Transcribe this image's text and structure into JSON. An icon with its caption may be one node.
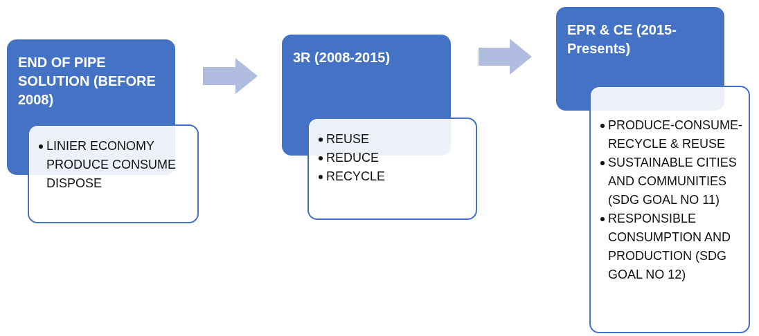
{
  "diagram": {
    "nodes": [
      {
        "text": [
          "END OF PIPE SOLUTION (BEFORE 2008)"
        ]
      },
      {
        "text": [
          "LINIER ECONOMY PRODUCE CONSUME DISPOSE"
        ]
      },
      {
        "text": [
          "3R (2008-2015)"
        ]
      },
      {
        "text": [
          "REUSE",
          "REDUCE",
          "RECYCLE"
        ]
      },
      {
        "text": [
          "EPR & CE (2015-Presents)"
        ]
      },
      {
        "text": [
          "PRODUCE-CONSUME-RECYCLE & REUSE",
          "SUSTAINABLE CITIES AND COMMUNITIES (SDG GOAL NO 11)",
          "RESPONSIBLE CONSUMPTION AND PRODUCTION (SDG GOAL NO 12)"
        ]
      }
    ],
    "edges": [
      {
        "from": 0,
        "to": 2,
        "arrow": "to"
      },
      {
        "from": 2,
        "to": 4,
        "arrow": "to"
      }
    ]
  }
}
